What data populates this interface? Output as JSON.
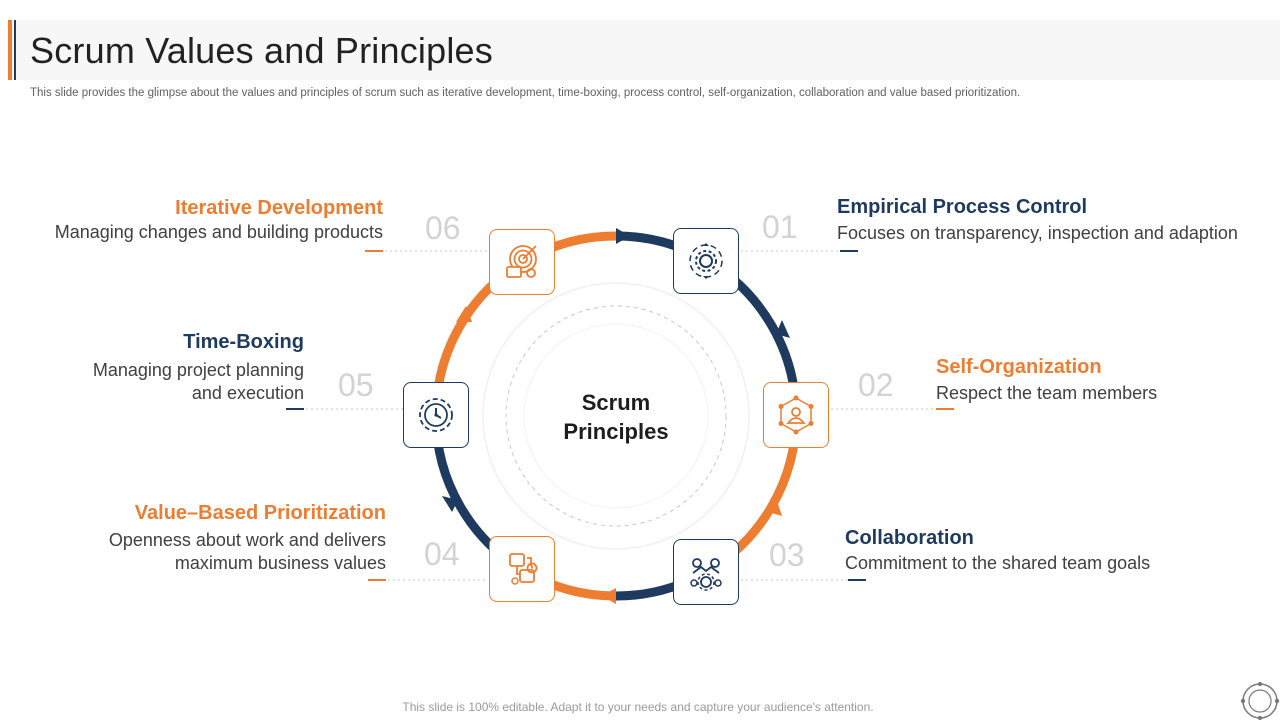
{
  "slide": {
    "title": "Scrum Values and Principles",
    "subtitle": "This slide provides the glimpse about the values and principles of scrum such as iterative development, time-boxing, process control, self-organization, collaboration and value based prioritization.",
    "footer": "This slide is 100% editable. Adapt it to your needs and capture your audience's attention.",
    "center_text": "Scrum\nPrinciples"
  },
  "colors": {
    "accent": "#ed7d31",
    "navy": "#1f3a5f",
    "muted_number": "#d3d3d3"
  },
  "items": [
    {
      "number": "01",
      "title": "Empirical Process Control",
      "description": "Focuses on transparency, inspection and adaption",
      "icon": "gear-process-icon",
      "color": "navy"
    },
    {
      "number": "02",
      "title": "Self-Organization",
      "description": "Respect the team members",
      "icon": "team-network-icon",
      "color": "orange"
    },
    {
      "number": "03",
      "title": "Collaboration",
      "description": "Commitment to the shared team goals",
      "icon": "collaboration-gears-icon",
      "color": "navy"
    },
    {
      "number": "04",
      "title": "Value–Based Prioritization",
      "description": "Openness about work and delivers\nmaximum business values",
      "icon": "priority-documents-icon",
      "color": "orange"
    },
    {
      "number": "05",
      "title": "Time-Boxing",
      "description": "Managing project planning\nand execution",
      "icon": "time-gear-icon",
      "color": "navy"
    },
    {
      "number": "06",
      "title": "Iterative Development",
      "description": "Managing changes and building products",
      "icon": "target-development-icon",
      "color": "orange"
    }
  ]
}
